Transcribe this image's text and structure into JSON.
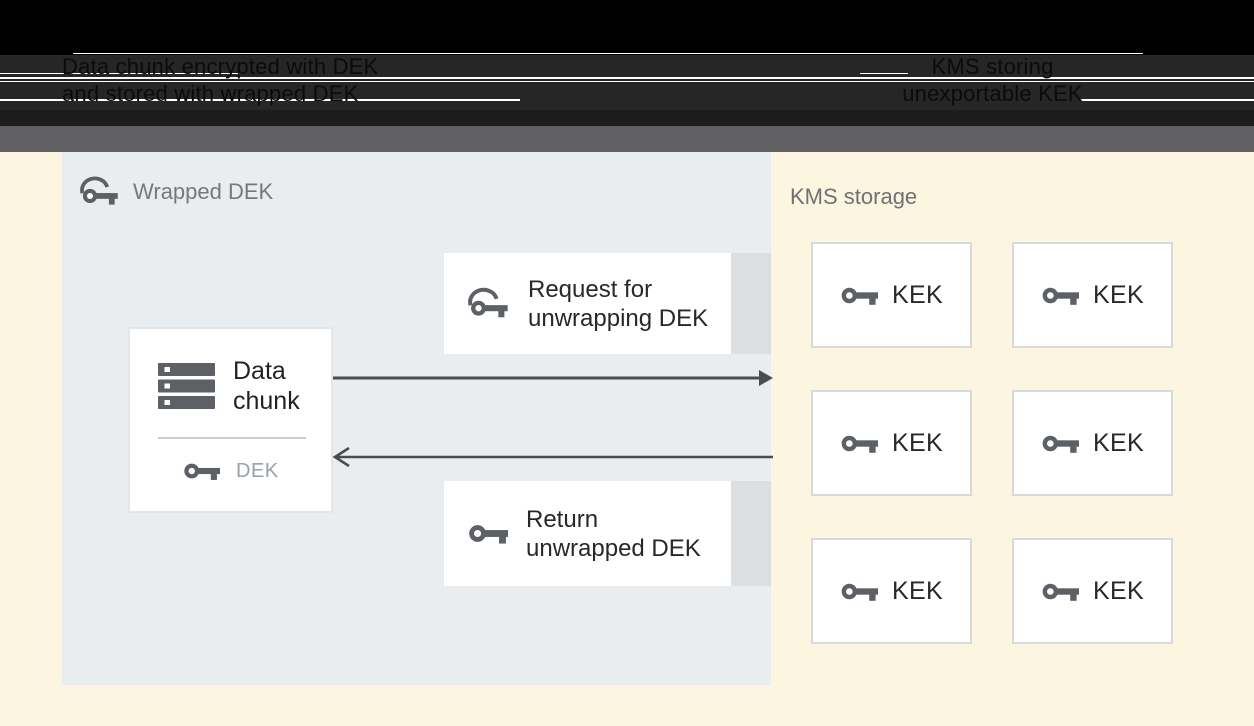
{
  "header": {
    "left_caption_line1": "Data chunk encrypted with DEK",
    "left_caption_line2": "and stored with wrapped DEK",
    "right_caption_line1": "KMS storing",
    "right_caption_line2": "unexportable KEK"
  },
  "panel": {
    "label": "Wrapped DEK"
  },
  "data_chunk_box": {
    "title_line1": "Data",
    "title_line2": "chunk",
    "key_label": "DEK"
  },
  "request_box": {
    "line1": "Request for",
    "line2": "unwrapping DEK"
  },
  "return_box": {
    "line1": "Return",
    "line2": "unwrapped DEK"
  },
  "kms": {
    "label": "KMS storage",
    "kek_boxes": [
      "KEK",
      "KEK",
      "KEK",
      "KEK",
      "KEK",
      "KEK"
    ]
  },
  "icons": {
    "wrapped_key": "wrapped-key-icon",
    "plain_key": "key-icon",
    "data_chunk": "storage-stack-icon"
  },
  "colors": {
    "background_cream": "#fcf5df",
    "panel_bluegray": "#e9edf0",
    "header_black": "#000000",
    "header_dark": "#262626",
    "band_gray": "#606062",
    "box_white": "#ffffff",
    "box_border": "#d7dadd",
    "strip_gray": "#dcdee0",
    "icon_gray": "#5d6165",
    "text_dark": "#26282b",
    "text_gray": "#76797c",
    "dek_text_gray": "#9aa0a6",
    "arrow_gray": "#4a4c4e"
  }
}
